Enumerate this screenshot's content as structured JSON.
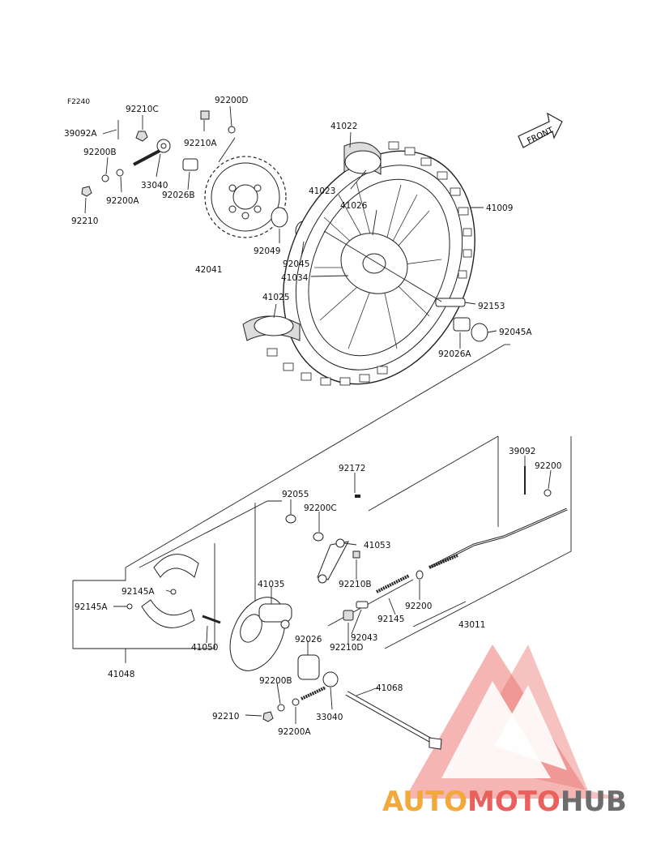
{
  "diagram_code": "F2240",
  "front_label": "FRONT",
  "parts": {
    "p39092A": "39092A",
    "p92210C": "92210C",
    "p92200D": "92200D",
    "p92200B_top": "92200B",
    "p92210A": "92210A",
    "p92200A_top": "92200A",
    "p33040_top": "33040",
    "p92026B": "92026B",
    "p92210_top": "92210",
    "p41022": "41022",
    "p41023": "41023",
    "p41026": "41026",
    "p41009": "41009",
    "p92049": "92049",
    "p92045": "92045",
    "p42041": "42041",
    "p41034": "41034",
    "p41025": "41025",
    "p92153": "92153",
    "p92045A": "92045A",
    "p92026A": "92026A",
    "p39092": "39092",
    "p92200": "92200",
    "p92172": "92172",
    "p92055": "92055",
    "p92200C": "92200C",
    "p41053": "41053",
    "p92145A_a": "92145A",
    "p92145A_b": "92145A",
    "p41035": "41035",
    "p92210B": "92210B",
    "p92200_mid": "92200",
    "p92145": "92145",
    "p43011": "43011",
    "p92043": "92043",
    "p41050": "41050",
    "p92026": "92026",
    "p92210D": "92210D",
    "p41048": "41048",
    "p92200B_bot": "92200B",
    "p41068": "41068",
    "p92210_bot": "92210",
    "p33040_bot": "33040",
    "p92200A_bot": "92200A"
  },
  "watermark": {
    "part1": "AUTO",
    "part2": "MOTO",
    "part3": "HUB"
  },
  "colors": {
    "wm_red": "#e8615c",
    "wm_orange": "#f2a93b",
    "wm_grey": "#6d6d6d"
  }
}
